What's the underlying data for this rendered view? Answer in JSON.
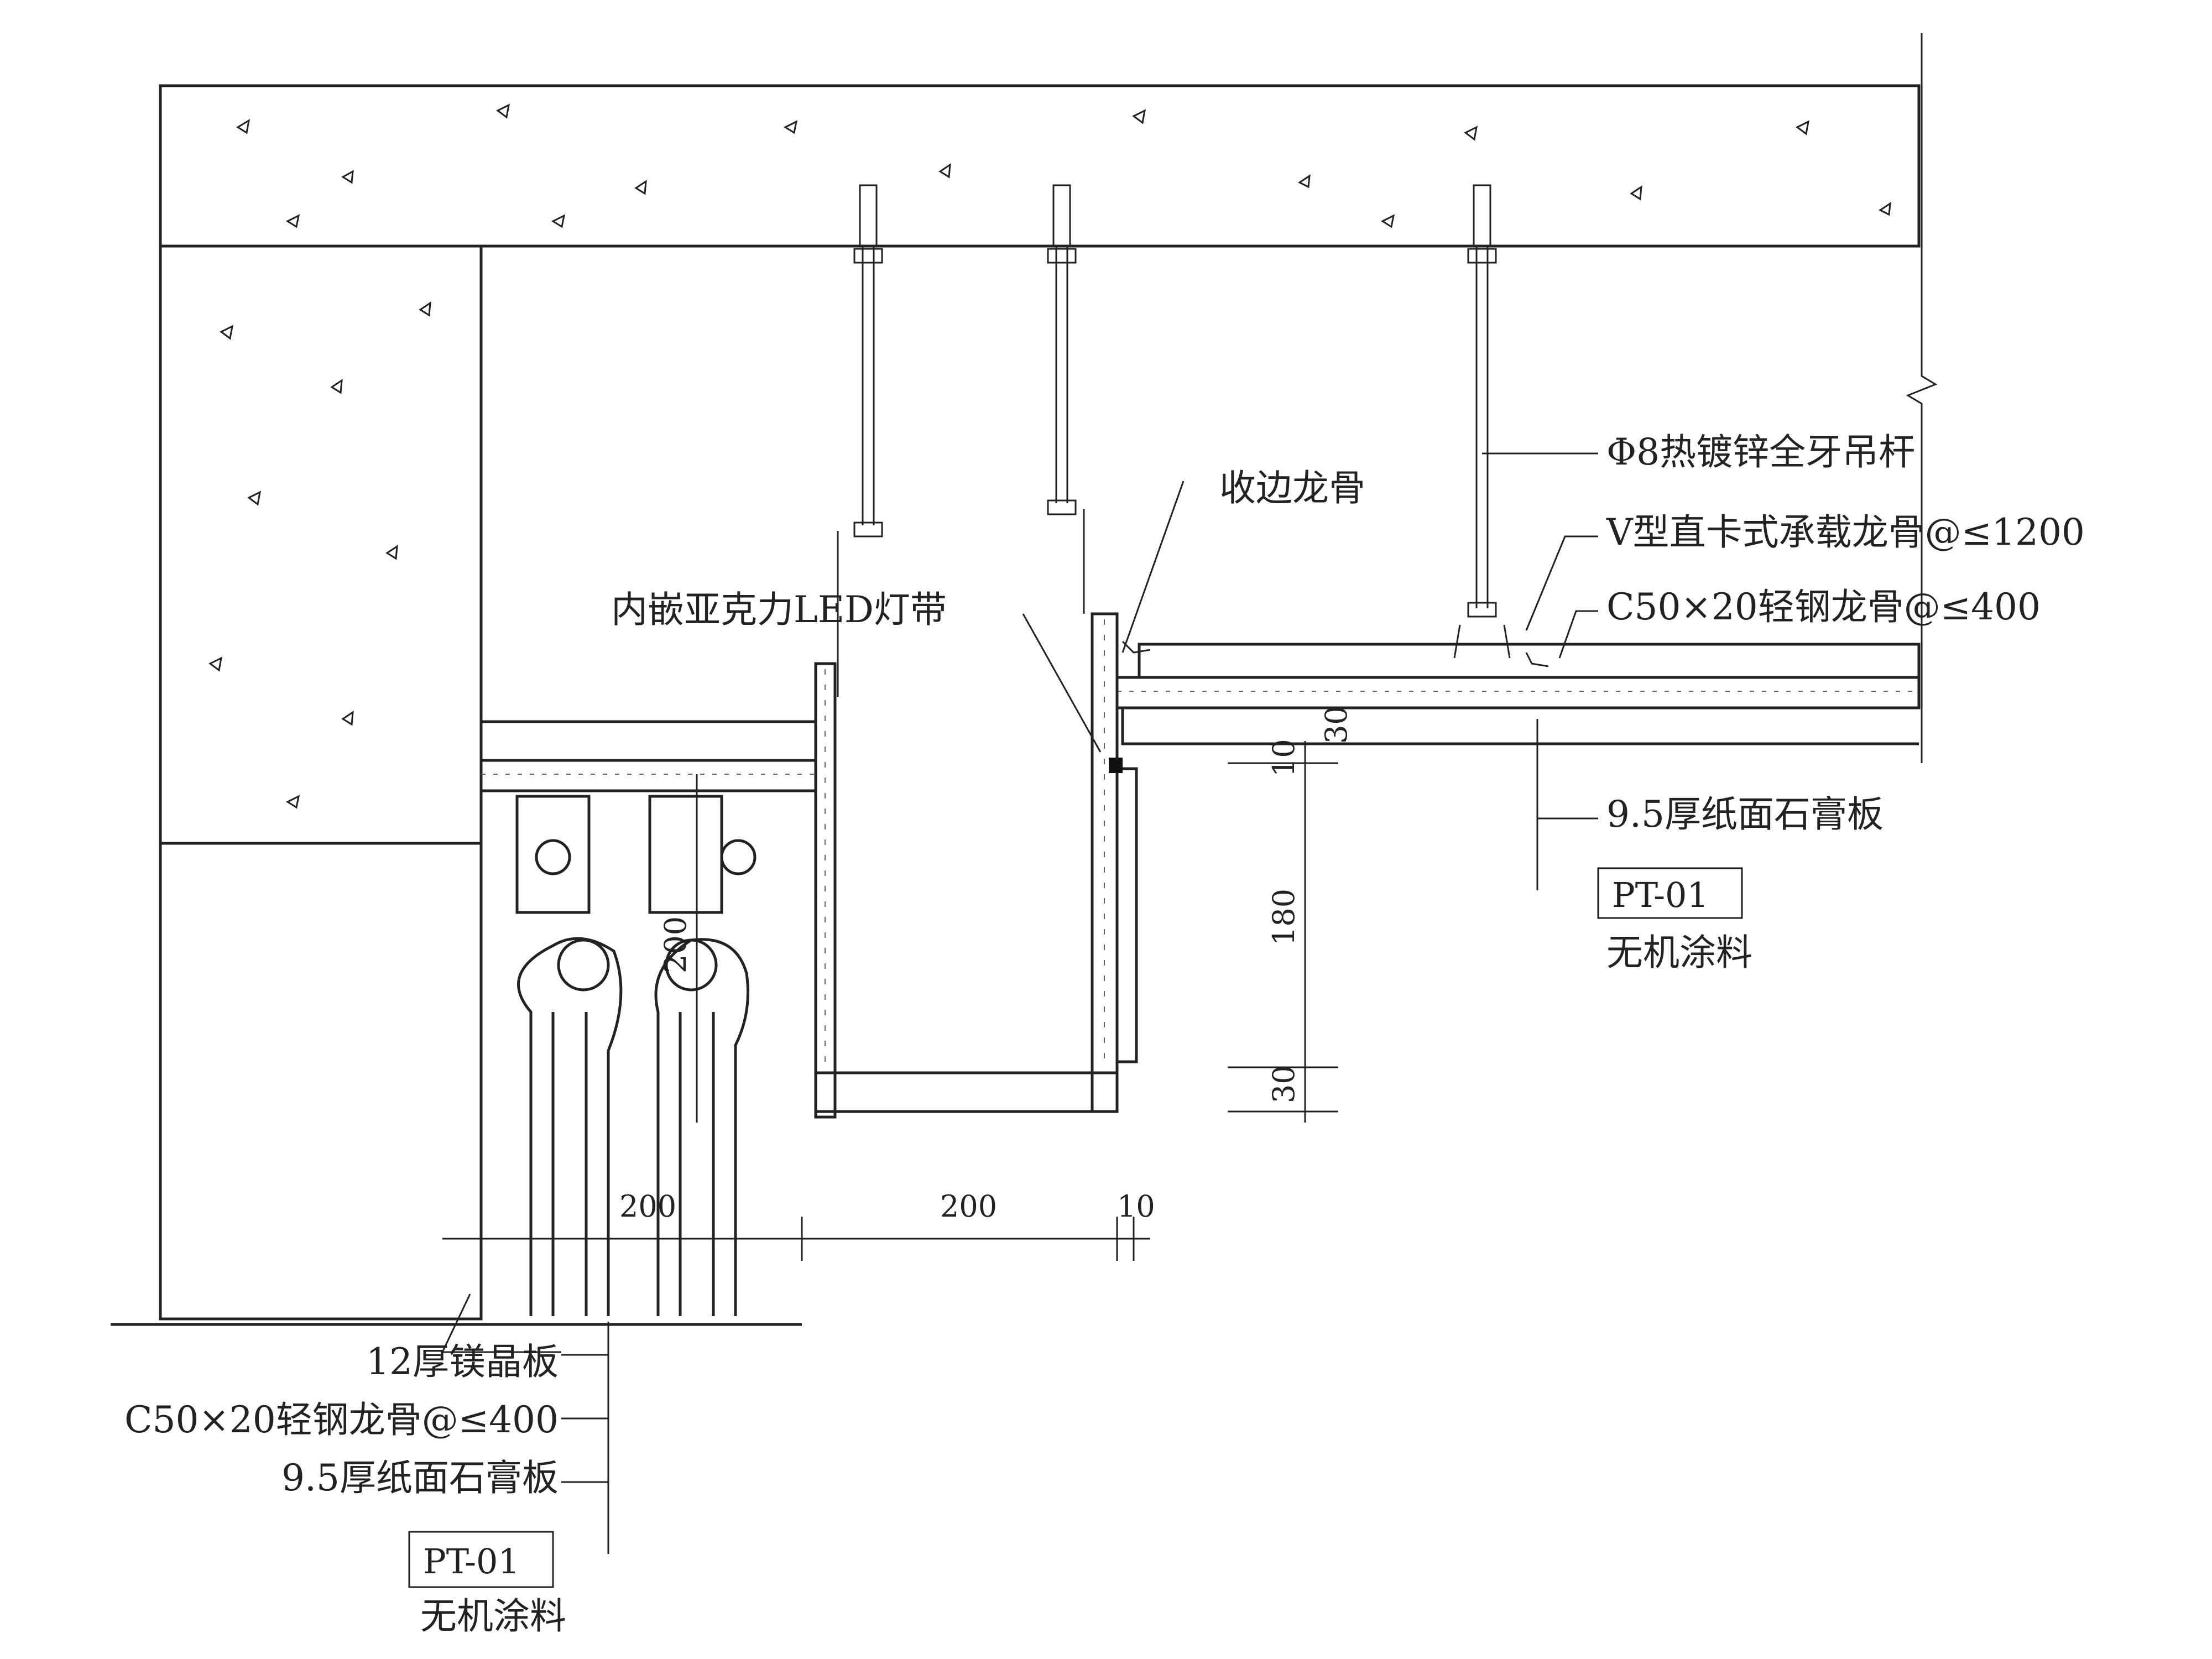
{
  "labels": {
    "rod": "Φ8热镀锌全牙吊杆",
    "edge_keel": "收边龙骨",
    "v_keel": "V型直卡式承载龙骨@≤1200",
    "led": "内嵌亚克力LED灯带",
    "c_keel_top": "C50×20轻钢龙骨@≤400",
    "board_top": "9.5厚纸面石膏板",
    "pt_top": "PT-01",
    "paint_top": "无机涂料",
    "mgo_board": "12厚镁晶板",
    "c_keel_bottom": "C50×20轻钢龙骨@≤400",
    "board_bottom": "9.5厚纸面石膏板",
    "pt_bottom": "PT-01",
    "paint_bottom": "无机涂料"
  },
  "dimensions": {
    "d10_top": "10",
    "d30_top": "30",
    "d180": "180",
    "d30_bottom": "30",
    "d200_vertical": "200",
    "d200_left": "200",
    "d200_mid": "200",
    "d10_right": "10"
  }
}
